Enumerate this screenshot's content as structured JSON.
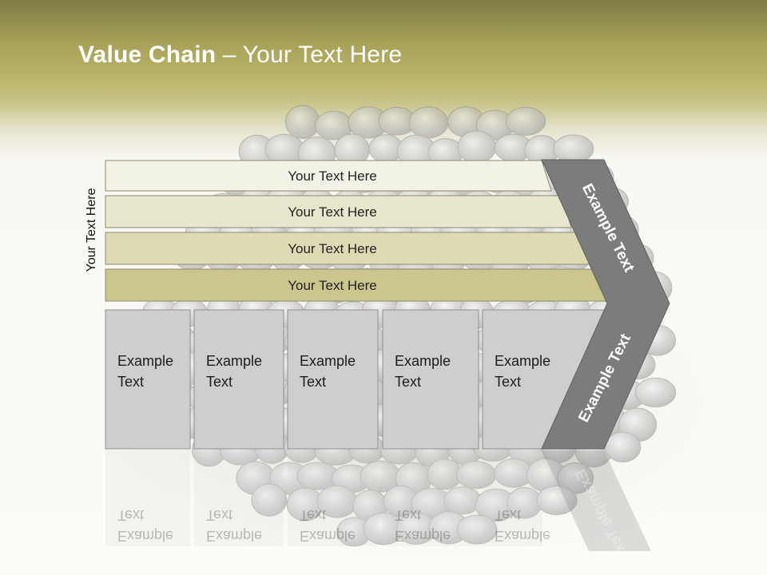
{
  "title": {
    "bold": "Value Chain",
    "rest": " – Your Text Here"
  },
  "side_label": "Your Text Here",
  "rows": [
    {
      "label": "Your Text Here",
      "fill": "#f3f2e6"
    },
    {
      "label": "Your Text Here",
      "fill": "#e8e6cc"
    },
    {
      "label": "Your Text Here",
      "fill": "#dedbb4"
    },
    {
      "label": "Your Text Here",
      "fill": "#cbc68e"
    }
  ],
  "columns": [
    "Example Text",
    "Example Text",
    "Example Text",
    "Example Text",
    "Example Text"
  ],
  "chevron": {
    "upper": "Example Text",
    "lower": "Example Text",
    "fill": "#7c7c7c"
  }
}
